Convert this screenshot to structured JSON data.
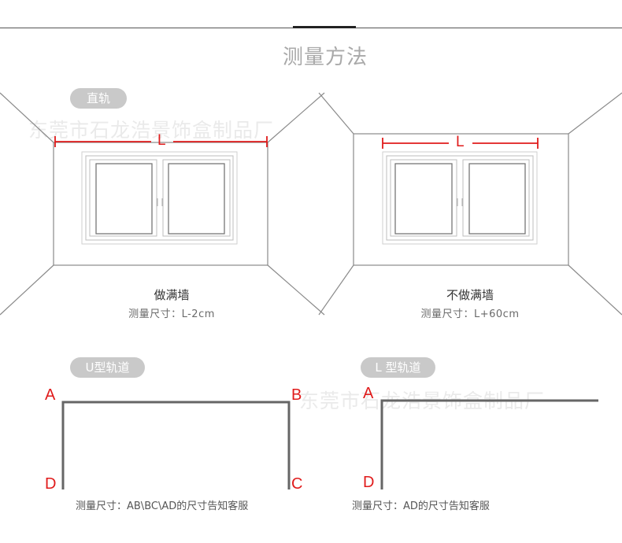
{
  "page": {
    "title": "测量方法",
    "watermark": "东莞市石龙浩景饰盒制品厂"
  },
  "straight_rail": {
    "pill_label": "直轨",
    "full_wall": {
      "length_label": "L",
      "title": "做满墙",
      "measure": "测量尺寸：L-2cm"
    },
    "partial_wall": {
      "length_label": "L",
      "title": "不做满墙",
      "measure": "测量尺寸：L+60cm"
    }
  },
  "u_rail": {
    "pill_label": "U型轨道",
    "points": {
      "a": "A",
      "b": "B",
      "c": "C",
      "d": "D"
    },
    "note": "测量尺寸：AB\\BC\\AD的尺寸告知客服"
  },
  "l_rail": {
    "pill_label": "L 型轨道",
    "points": {
      "a": "A",
      "d": "D"
    },
    "note": "测量尺寸：AD的尺寸告知客服"
  },
  "colors": {
    "accent_red": "#e01b1b",
    "pill_gray": "#c9c9c9",
    "title_gray": "#a9a9a9",
    "rail_gray": "#666666"
  }
}
